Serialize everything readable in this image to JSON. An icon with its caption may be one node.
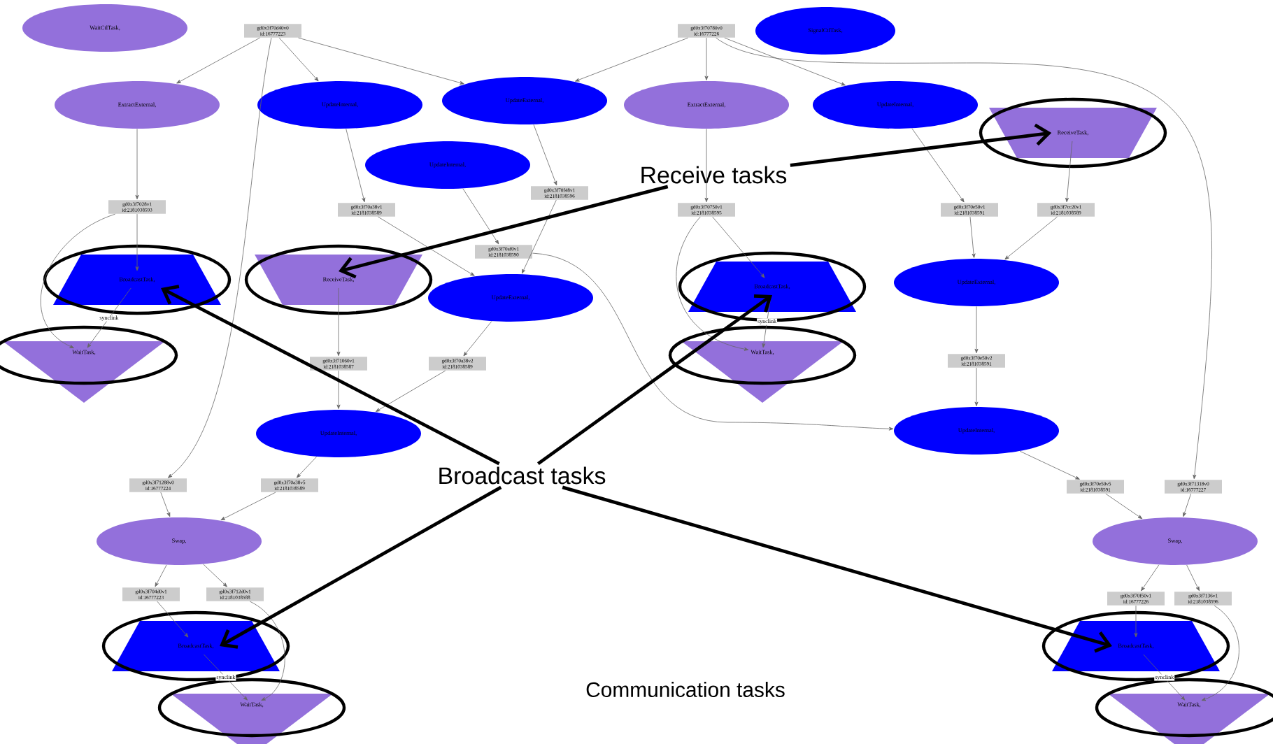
{
  "diagram": {
    "nodes": [
      {
        "text": [
          "WaitCtlTask,"
        ]
      },
      {
        "text": [
          "gd0x3f70d40v0 id:16777223"
        ]
      },
      {
        "text": [
          "ExtractExternal,"
        ]
      },
      {
        "text": [
          "UpdateInternal,"
        ]
      },
      {
        "text": [
          "UpdateExternal,"
        ]
      },
      {
        "text": [
          "UpdateInternal,"
        ]
      },
      {
        "text": [
          "gd0x3f7028v1 id:2181038593"
        ]
      },
      {
        "text": [
          "gd0x3f70a38v1 id:2181038589"
        ]
      },
      {
        "text": [
          "gd0x3f70f48v1 id:2181038596"
        ]
      },
      {
        "text": [
          "gd0x3f70af0v1 id:2181038590"
        ]
      },
      {
        "text": [
          "BroadcastTask,"
        ]
      },
      {
        "text": [
          "ReceiveTask,"
        ]
      },
      {
        "text": [
          "UpdateExternal,"
        ]
      },
      {
        "text": [
          "WaitTask,"
        ]
      },
      {
        "text": [
          "gd0x3f71060v1 id:2181038587"
        ]
      },
      {
        "text": [
          "gd0x3f70a38v2 id:2181038589"
        ]
      },
      {
        "text": [
          "UpdateInternal,"
        ]
      },
      {
        "text": [
          "gd0x3f70a38v5 id:2181038589"
        ]
      },
      {
        "text": [
          "gd0x3f71288v0 id:16777224"
        ]
      },
      {
        "text": [
          "Swap,"
        ]
      },
      {
        "text": [
          "gd0x3f704d0v1 id:16777223"
        ]
      },
      {
        "text": [
          "gd0x3f712d0v1 id:2181038588"
        ]
      },
      {
        "text": [
          "BroadcastTask,"
        ]
      },
      {
        "text": [
          "WaitTask,"
        ]
      },
      {
        "text": [
          "gd0x3f70780v0 id:16777226"
        ]
      },
      {
        "text": [
          "SignalCtlTask,"
        ]
      },
      {
        "text": [
          "ExtractExternal,"
        ]
      },
      {
        "text": [
          "UpdateInternal,"
        ]
      },
      {
        "text": [
          "ReceiveTask,"
        ]
      },
      {
        "text": [
          "gd0x3f70750v1 id:2181038595"
        ]
      },
      {
        "text": [
          "gd0x3f70e50v1 id:2181038591"
        ]
      },
      {
        "text": [
          "gd0x3f7cc20v1 id:2181038589"
        ]
      },
      {
        "text": [
          "BroadcastTask,"
        ]
      },
      {
        "text": [
          "UpdateExternal,"
        ]
      },
      {
        "text": [
          "WaitTask,"
        ]
      },
      {
        "text": [
          "gd0x3f70e50v2 id:2181038591"
        ]
      },
      {
        "text": [
          "UpdateInternal,"
        ]
      },
      {
        "text": [
          "gd0x3f70e50v5 id:2181038591"
        ]
      },
      {
        "text": [
          "gd0x3f71318v0 id:16777227"
        ]
      },
      {
        "text": [
          "Swap,"
        ]
      },
      {
        "text": [
          "gd0x3f70f50v1 id:16777226"
        ]
      },
      {
        "text": [
          "gd0x3f7136v1 id:2181038596"
        ]
      },
      {
        "text": [
          "BroadcastTask,"
        ]
      },
      {
        "text": [
          "WaitTask,"
        ]
      },
      {
        "text": [
          "Receive tasks"
        ]
      },
      {
        "text": [
          "Broadcast tasks"
        ]
      }
    ],
    "edges": [
      {
        "from": 1,
        "to": 2,
        "arrow": "to"
      },
      {
        "from": 1,
        "to": 3,
        "arrow": "to"
      },
      {
        "from": 1,
        "to": 4,
        "arrow": "to"
      },
      {
        "from": 1,
        "to": 18,
        "arrow": "to"
      },
      {
        "from": 2,
        "to": 6,
        "arrow": "to"
      },
      {
        "from": 3,
        "to": 7,
        "arrow": "to"
      },
      {
        "from": 4,
        "to": 8,
        "arrow": "to"
      },
      {
        "from": 5,
        "to": 9,
        "arrow": "to"
      },
      {
        "from": 6,
        "to": 10,
        "arrow": "to"
      },
      {
        "from": 6,
        "to": 13,
        "arrow": "to"
      },
      {
        "from": 10,
        "to": 13,
        "arrow": "to",
        "label": "synclink"
      },
      {
        "from": 7,
        "to": 12,
        "arrow": "to"
      },
      {
        "from": 8,
        "to": 12,
        "arrow": "to"
      },
      {
        "from": 9,
        "to": 36,
        "arrow": "to"
      },
      {
        "from": 11,
        "to": 14,
        "arrow": "to"
      },
      {
        "from": 12,
        "to": 15,
        "arrow": "to"
      },
      {
        "from": 14,
        "to": 16,
        "arrow": "to"
      },
      {
        "from": 15,
        "to": 16,
        "arrow": "to"
      },
      {
        "from": 16,
        "to": 17,
        "arrow": "to"
      },
      {
        "from": 17,
        "to": 19,
        "arrow": "to"
      },
      {
        "from": 18,
        "to": 19,
        "arrow": "to"
      },
      {
        "from": 19,
        "to": 20,
        "arrow": "to"
      },
      {
        "from": 19,
        "to": 21,
        "arrow": "to"
      },
      {
        "from": 20,
        "to": 22,
        "arrow": "to"
      },
      {
        "from": 21,
        "to": 23,
        "arrow": "to"
      },
      {
        "from": 22,
        "to": 23,
        "arrow": "to",
        "label": "synclink"
      },
      {
        "from": 24,
        "to": 4,
        "arrow": "to"
      },
      {
        "from": 24,
        "to": 26,
        "arrow": "to"
      },
      {
        "from": 24,
        "to": 27,
        "arrow": "to"
      },
      {
        "from": 24,
        "to": 38,
        "arrow": "to"
      },
      {
        "from": 26,
        "to": 29,
        "arrow": "to"
      },
      {
        "from": 27,
        "to": 30,
        "arrow": "to"
      },
      {
        "from": 28,
        "to": 31,
        "arrow": "to"
      },
      {
        "from": 29,
        "to": 32,
        "arrow": "to"
      },
      {
        "from": 29,
        "to": 34,
        "arrow": "to"
      },
      {
        "from": 32,
        "to": 34,
        "arrow": "to",
        "label": "synclink"
      },
      {
        "from": 30,
        "to": 33,
        "arrow": "to"
      },
      {
        "from": 31,
        "to": 33,
        "arrow": "to"
      },
      {
        "from": 33,
        "to": 35,
        "arrow": "to"
      },
      {
        "from": 35,
        "to": 36,
        "arrow": "to"
      },
      {
        "from": 36,
        "to": 37,
        "arrow": "to"
      },
      {
        "from": 37,
        "to": 39,
        "arrow": "to"
      },
      {
        "from": 38,
        "to": 39,
        "arrow": "to"
      },
      {
        "from": 39,
        "to": 40,
        "arrow": "to"
      },
      {
        "from": 39,
        "to": 41,
        "arrow": "to"
      },
      {
        "from": 40,
        "to": 42,
        "arrow": "to"
      },
      {
        "from": 41,
        "to": 43,
        "arrow": "to"
      },
      {
        "from": 42,
        "to": 43,
        "arrow": "to",
        "label": "synclink"
      },
      {
        "from": 44,
        "to": 11,
        "arrow": "to",
        "style": "thick",
        "color": "#000000"
      },
      {
        "from": 44,
        "to": 28,
        "arrow": "to",
        "style": "thick",
        "color": "#000000"
      },
      {
        "from": 45,
        "to": 10,
        "arrow": "to",
        "style": "thick",
        "color": "#000000"
      },
      {
        "from": 45,
        "to": 32,
        "arrow": "to",
        "style": "thick",
        "color": "#000000"
      },
      {
        "from": 45,
        "to": 22,
        "arrow": "to",
        "style": "thick",
        "color": "#000000"
      },
      {
        "from": 45,
        "to": 42,
        "arrow": "to",
        "style": "thick",
        "color": "#000000"
      }
    ],
    "labels": [
      "Communication tasks"
    ]
  }
}
